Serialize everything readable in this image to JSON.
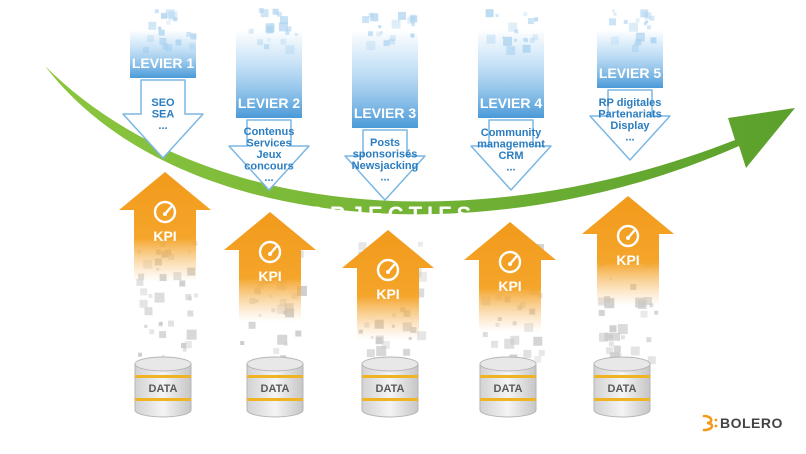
{
  "levers": [
    {
      "label": "LEVIER 1",
      "items": [
        "SEO",
        "SEA",
        "..."
      ]
    },
    {
      "label": "LEVIER 2",
      "items": [
        "Contenus",
        "Services",
        "Jeux",
        "concours",
        "..."
      ]
    },
    {
      "label": "LEVIER 3",
      "items": [
        "Posts",
        "sponsorisés",
        "Newsjacking",
        "..."
      ]
    },
    {
      "label": "LEVIER 4",
      "items": [
        "Community",
        "management",
        "CRM",
        "..."
      ]
    },
    {
      "label": "LEVIER 5",
      "items": [
        "RP digitales",
        "Partenariats",
        "Display",
        "..."
      ]
    }
  ],
  "kpi_label": "KPI",
  "data_label": "DATA",
  "objectives_label": "OBJECTIFS",
  "logo_text": "BOLERO",
  "colors": {
    "blue": "#2a7dc0",
    "blue_light": "#aad3f2",
    "green": "#6aab2e",
    "orange": "#f29a1b",
    "yellow": "#f4c230",
    "grey": "#bfbfbf"
  }
}
